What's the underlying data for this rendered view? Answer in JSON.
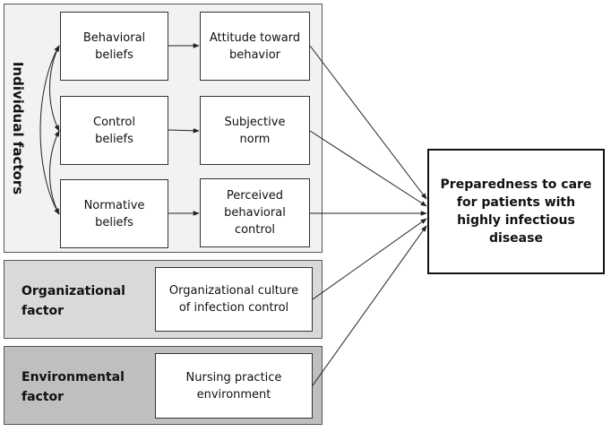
{
  "groups": {
    "individual": {
      "label": "Individual factors",
      "beliefs": [
        "Behavioral\nbeliefs",
        "Control\nbeliefs",
        "Normative\nbeliefs"
      ],
      "constructs": [
        "Attitude toward\nbehavior",
        "Subjective\nnorm",
        "Perceived\nbehavioral\ncontrol"
      ]
    },
    "organizational": {
      "label": "Organizational\nfactor",
      "item": "Organizational culture\nof infection control"
    },
    "environmental": {
      "label": "Environmental\nfactor",
      "item": "Nursing practice\nenvironment"
    }
  },
  "outcome": "Preparedness to care\nfor patients with\nhighly infectious\ndisease",
  "colors": {
    "individual_panel": "#f2f2f2",
    "organizational_panel": "#d9d9d9",
    "environmental_panel": "#bfbfbf",
    "line": "#222222"
  }
}
